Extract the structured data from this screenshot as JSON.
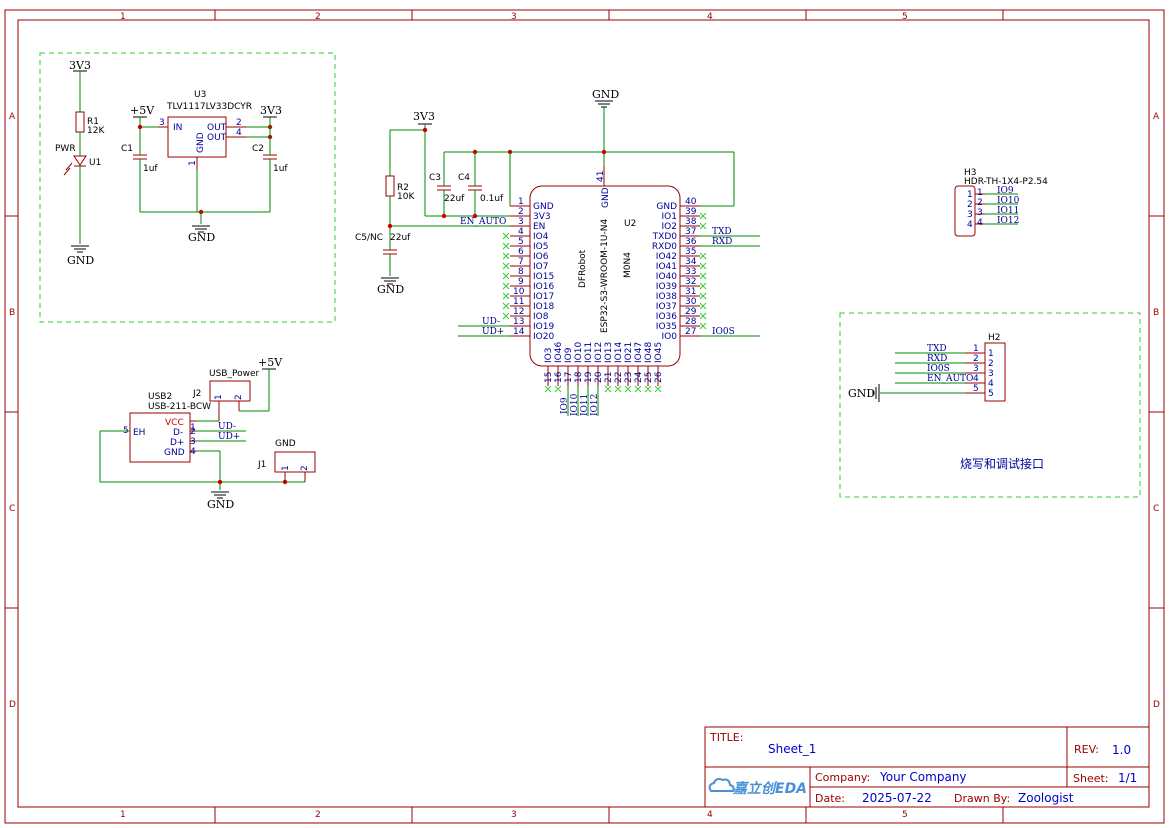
{
  "sheet": {
    "ruler_cols": [
      "1",
      "2",
      "3",
      "4",
      "5"
    ],
    "ruler_rows": [
      "A",
      "B",
      "C",
      "D"
    ]
  },
  "power_block": {
    "r1": {
      "ref": "R1",
      "value": "12K"
    },
    "u1": {
      "ref": "U1",
      "label": "PWR"
    },
    "u3": {
      "ref": "U3",
      "part": "TLV1117LV33DCYR",
      "pin_in": "IN",
      "pin_gnd": "GND",
      "pin_out1": "OUT",
      "pin_out2": "OUT",
      "pn_in": "3",
      "pn_gnd": "1",
      "pn_out1": "2",
      "pn_out2": "4"
    },
    "c1": {
      "ref": "C1",
      "value": "1uf"
    },
    "c2": {
      "ref": "C2",
      "value": "1uf"
    },
    "net_3v3": "3V3",
    "net_5v": "+5V",
    "net_gnd": "GND"
  },
  "mcu_block": {
    "u2": {
      "ref": "U2",
      "brand": "DFRobot",
      "part": "ESP32-S3-WROOM-1U-N4",
      "variant": "M0N4"
    },
    "r2": {
      "ref": "R2",
      "value": "10K"
    },
    "c3": {
      "ref": "C3",
      "value": "22uf"
    },
    "c4": {
      "ref": "C4",
      "value": "0.1uf"
    },
    "c5": {
      "ref": "C5/NC",
      "value": "22uf"
    },
    "net_3v3": "3V3",
    "net_gnd": "GND",
    "wire_en": "EN_AUTO",
    "wire_txd": "TXD",
    "wire_rxd": "RXD",
    "wire_io0": "IO0S",
    "wire_udm": "UD-",
    "wire_udp": "UD+",
    "left_pins": [
      {
        "num": "1",
        "name": "GND"
      },
      {
        "num": "2",
        "name": "3V3"
      },
      {
        "num": "3",
        "name": "EN"
      },
      {
        "num": "4",
        "name": "IO4"
      },
      {
        "num": "5",
        "name": "IO5"
      },
      {
        "num": "6",
        "name": "IO6"
      },
      {
        "num": "7",
        "name": "IO7"
      },
      {
        "num": "8",
        "name": "IO15"
      },
      {
        "num": "9",
        "name": "IO16"
      },
      {
        "num": "10",
        "name": "IO17"
      },
      {
        "num": "11",
        "name": "IO18"
      },
      {
        "num": "12",
        "name": "IO8"
      },
      {
        "num": "13",
        "name": "IO19"
      },
      {
        "num": "14",
        "name": "IO20"
      }
    ],
    "right_pins": [
      {
        "num": "40",
        "name": "GND"
      },
      {
        "num": "39",
        "name": "IO1"
      },
      {
        "num": "38",
        "name": "IO2"
      },
      {
        "num": "37",
        "name": "TXD0"
      },
      {
        "num": "36",
        "name": "RXD0"
      },
      {
        "num": "35",
        "name": "IO42"
      },
      {
        "num": "34",
        "name": "IO41"
      },
      {
        "num": "33",
        "name": "IO40"
      },
      {
        "num": "32",
        "name": "IO39"
      },
      {
        "num": "31",
        "name": "IO38"
      },
      {
        "num": "30",
        "name": "IO37"
      },
      {
        "num": "29",
        "name": "IO36"
      },
      {
        "num": "28",
        "name": "IO35"
      },
      {
        "num": "27",
        "name": "IO0"
      }
    ],
    "bottom_pins": [
      {
        "num": "15",
        "name": "IO3"
      },
      {
        "num": "16",
        "name": "IO46"
      },
      {
        "num": "17",
        "name": "IO9"
      },
      {
        "num": "18",
        "name": "IO10"
      },
      {
        "num": "19",
        "name": "IO11"
      },
      {
        "num": "20",
        "name": "IO12"
      },
      {
        "num": "21",
        "name": "IO13"
      },
      {
        "num": "22",
        "name": "IO14"
      },
      {
        "num": "23",
        "name": "IO21"
      },
      {
        "num": "24",
        "name": "IO47"
      },
      {
        "num": "25",
        "name": "IO48"
      },
      {
        "num": "26",
        "name": "IO45"
      }
    ],
    "top_pin": {
      "num": "41",
      "name": "GND"
    },
    "bottom_wire_labels": [
      "IO9",
      "IO10",
      "IO11",
      "IO12"
    ]
  },
  "h3": {
    "ref": "H3",
    "part": "HDR-TH-1X4-P2.54",
    "pins": [
      "1",
      "2",
      "3",
      "4"
    ],
    "labels": [
      "IO9",
      "IO10",
      "IO11",
      "IO12"
    ]
  },
  "h2": {
    "ref": "H2",
    "pins": [
      "1",
      "2",
      "3",
      "4",
      "5"
    ],
    "labels": [
      "TXD",
      "RXD",
      "IO0S",
      "EN_AUTO"
    ],
    "gnd": "GND",
    "title": "烧写和调试接口"
  },
  "usb_block": {
    "usb2": {
      "ref": "USB2",
      "part": "USB-211-BCW",
      "pin_vcc": "VCC",
      "pin_dm": "D-",
      "pin_dp": "D+",
      "pin_gnd": "GND",
      "pin_eh": "EH",
      "pn_vcc": "1",
      "pn_dm": "2",
      "pn_dp": "3",
      "pn_gnd": "4",
      "pn_eh": "5"
    },
    "j2": {
      "ref": "J2",
      "label": "USB_Power",
      "p1": "1",
      "p2": "2"
    },
    "j1": {
      "ref": "J1",
      "label": "GND",
      "p1": "1",
      "p2": "2"
    },
    "net_5v": "+5V",
    "net_gnd": "GND",
    "wire_udm": "UD-",
    "wire_udp": "UD+"
  },
  "title_block": {
    "title_label": "TITLE:",
    "title": "Sheet_1",
    "rev_label": "REV:",
    "rev": "1.0",
    "company_label": "Company:",
    "company": "Your Company",
    "sheet_label": "Sheet:",
    "sheet": "1/1",
    "date_label": "Date:",
    "date": "2025-07-22",
    "drawn_label": "Drawn By:",
    "drawn": "Zoologist",
    "logo": "嘉立创EDA"
  }
}
